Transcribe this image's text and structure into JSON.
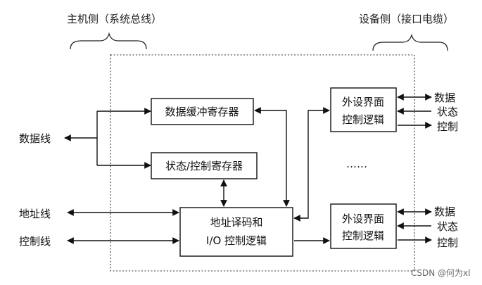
{
  "header": {
    "host_side": "主机侧（系统总线）",
    "device_side": "设备侧（接口电缆）"
  },
  "boxes": {
    "data_buffer": "数据缓冲寄存器",
    "status_control": "状态/控制寄存器",
    "addr_decode_line1": "地址译码和",
    "addr_decode_line2": "I/O 控制逻辑",
    "dev_top_line1": "外设界面",
    "dev_top_line2": "控制逻辑",
    "dev_bottom_line1": "外设界面",
    "dev_bottom_line2": "控制逻辑"
  },
  "left_labels": {
    "data_line": "数据线",
    "address_line": "地址线",
    "control_line": "控制线"
  },
  "right_labels": {
    "top": {
      "data": "数据",
      "status": "状态",
      "control": "控制"
    },
    "bottom": {
      "data": "数据",
      "status": "状态",
      "control": "控制"
    }
  },
  "ellipsis": "……",
  "watermark": "CSDN @何为xl"
}
